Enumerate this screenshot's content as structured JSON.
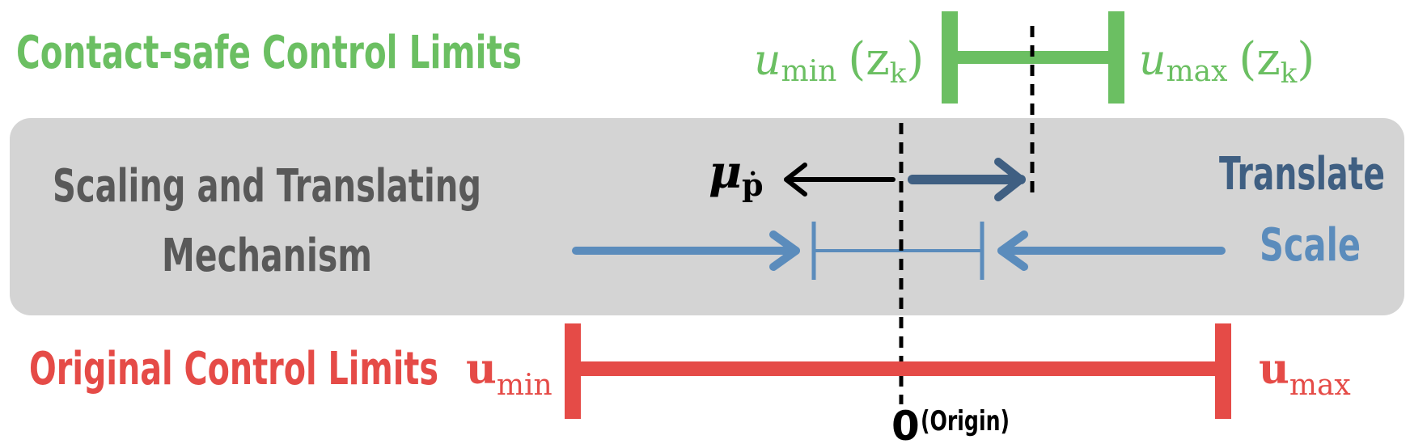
{
  "colors": {
    "green": "#6bbf62",
    "red": "#e54b47",
    "grey_panel": "#d4d4d4",
    "grey_text": "#595959",
    "dark_blue": "#3f5f82",
    "light_blue": "#5b8cbc",
    "black": "#000000"
  },
  "contact_safe": {
    "title": "Contact-safe Control Limits",
    "min_label": {
      "symbol": "u",
      "subscript": "min",
      "arg": "(z",
      "arg_sub": "k",
      "close": ")"
    },
    "max_label": {
      "symbol": "u",
      "subscript": "max",
      "arg": "(z",
      "arg_sub": "k",
      "close": ")"
    }
  },
  "mechanism": {
    "title_line1": "Scaling and Translating",
    "title_line2": "Mechanism",
    "translate_label": "Translate",
    "scale_label": "Scale",
    "mu_label": {
      "symbol": "μ",
      "subscript": "ṗ"
    }
  },
  "original": {
    "title": "Original Control Limits",
    "min_label": {
      "symbol": "u",
      "subscript": "min"
    },
    "max_label": {
      "symbol": "u",
      "subscript": "max"
    }
  },
  "origin": {
    "zero": "0",
    "label": "(Origin)"
  }
}
